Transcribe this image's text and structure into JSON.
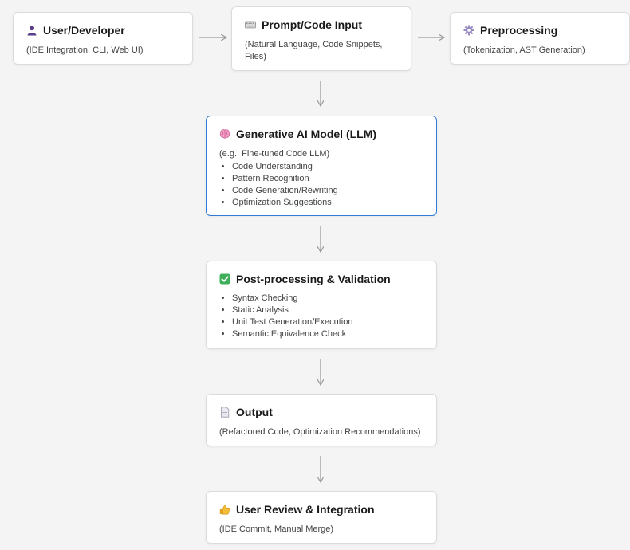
{
  "nodes": {
    "user_developer": {
      "title": "User/Developer",
      "subtitle": "(IDE Integration, CLI, Web UI)",
      "icon": "user-icon"
    },
    "prompt_input": {
      "title": "Prompt/Code Input",
      "subtitle": "(Natural Language, Code Snippets, Files)",
      "icon": "keyboard-icon"
    },
    "preprocessing": {
      "title": "Preprocessing",
      "subtitle": "(Tokenization, AST Generation)",
      "icon": "gear-icon"
    },
    "llm": {
      "title": "Generative AI Model (LLM)",
      "subtitle": "(e.g., Fine-tuned Code LLM)",
      "icon": "brain-icon",
      "items": [
        "Code Understanding",
        "Pattern Recognition",
        "Code Generation/Rewriting",
        "Optimization Suggestions"
      ]
    },
    "validation": {
      "title": "Post-processing & Validation",
      "icon": "check-icon",
      "items": [
        "Syntax Checking",
        "Static Analysis",
        "Unit Test Generation/Execution",
        "Semantic Equivalence Check"
      ]
    },
    "output": {
      "title": "Output",
      "subtitle": "(Refactored Code, Optimization Recommendations)",
      "icon": "document-icon"
    },
    "review": {
      "title": "User Review & Integration",
      "subtitle": "(IDE Commit, Manual Merge)",
      "icon": "thumbs-up-icon"
    }
  },
  "colors": {
    "highlight_border": "#2f7dd6",
    "arrow": "#9a9a9a",
    "background": "#f4f4f5"
  }
}
